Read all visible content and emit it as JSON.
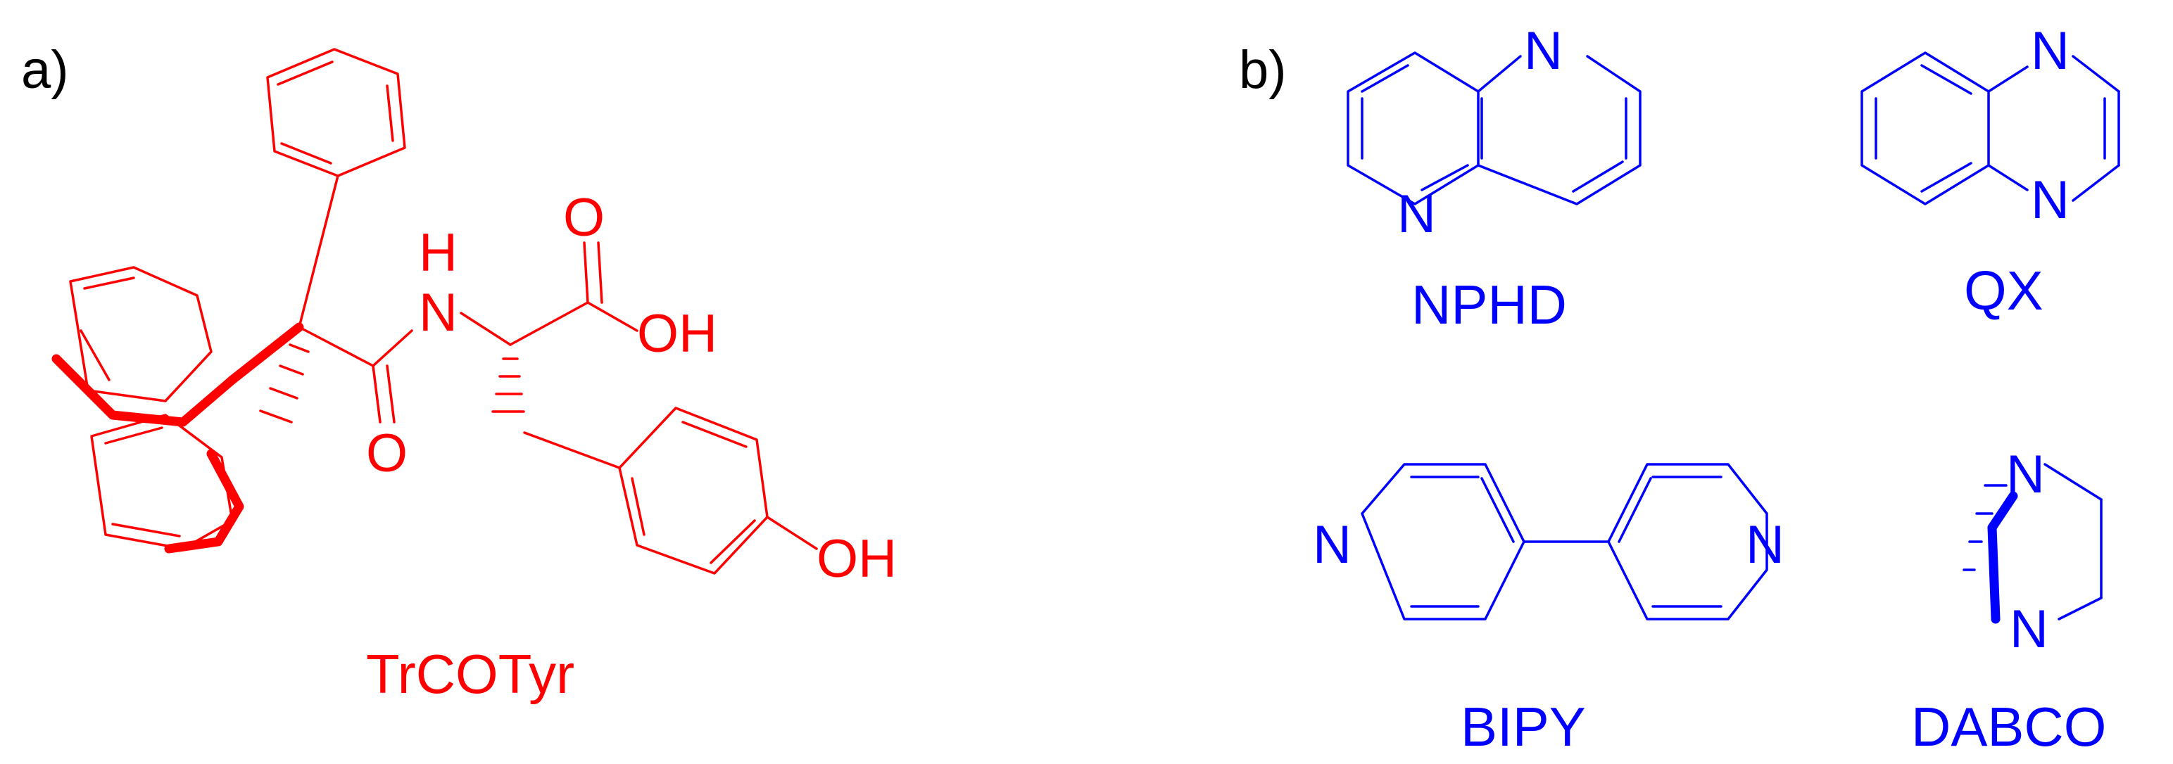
{
  "panels": {
    "a": {
      "label": "a)"
    },
    "b": {
      "label": "b)"
    }
  },
  "colors": {
    "panel_a": "#ff0000",
    "panel_b": "#0000ff",
    "panel_label": "#000000"
  },
  "molecules": {
    "trcotyr": {
      "name": "TrCOTyr",
      "atoms": {
        "nh": "NH",
        "n": "N",
        "h": "H",
        "o_acid": "O",
        "oh_acid": "OH",
        "o_amide": "O",
        "oh_phenol": "OH"
      }
    },
    "nphd": {
      "name": "NPHD",
      "atoms": {
        "n1": "N",
        "n2": "N"
      }
    },
    "qx": {
      "name": "QX",
      "atoms": {
        "n1": "N",
        "n2": "N"
      }
    },
    "bipy": {
      "name": "BIPY",
      "atoms": {
        "n1": "N",
        "n2": "N"
      }
    },
    "dabco": {
      "name": "DABCO",
      "atoms": {
        "n1": "N",
        "n2": "N"
      }
    }
  }
}
